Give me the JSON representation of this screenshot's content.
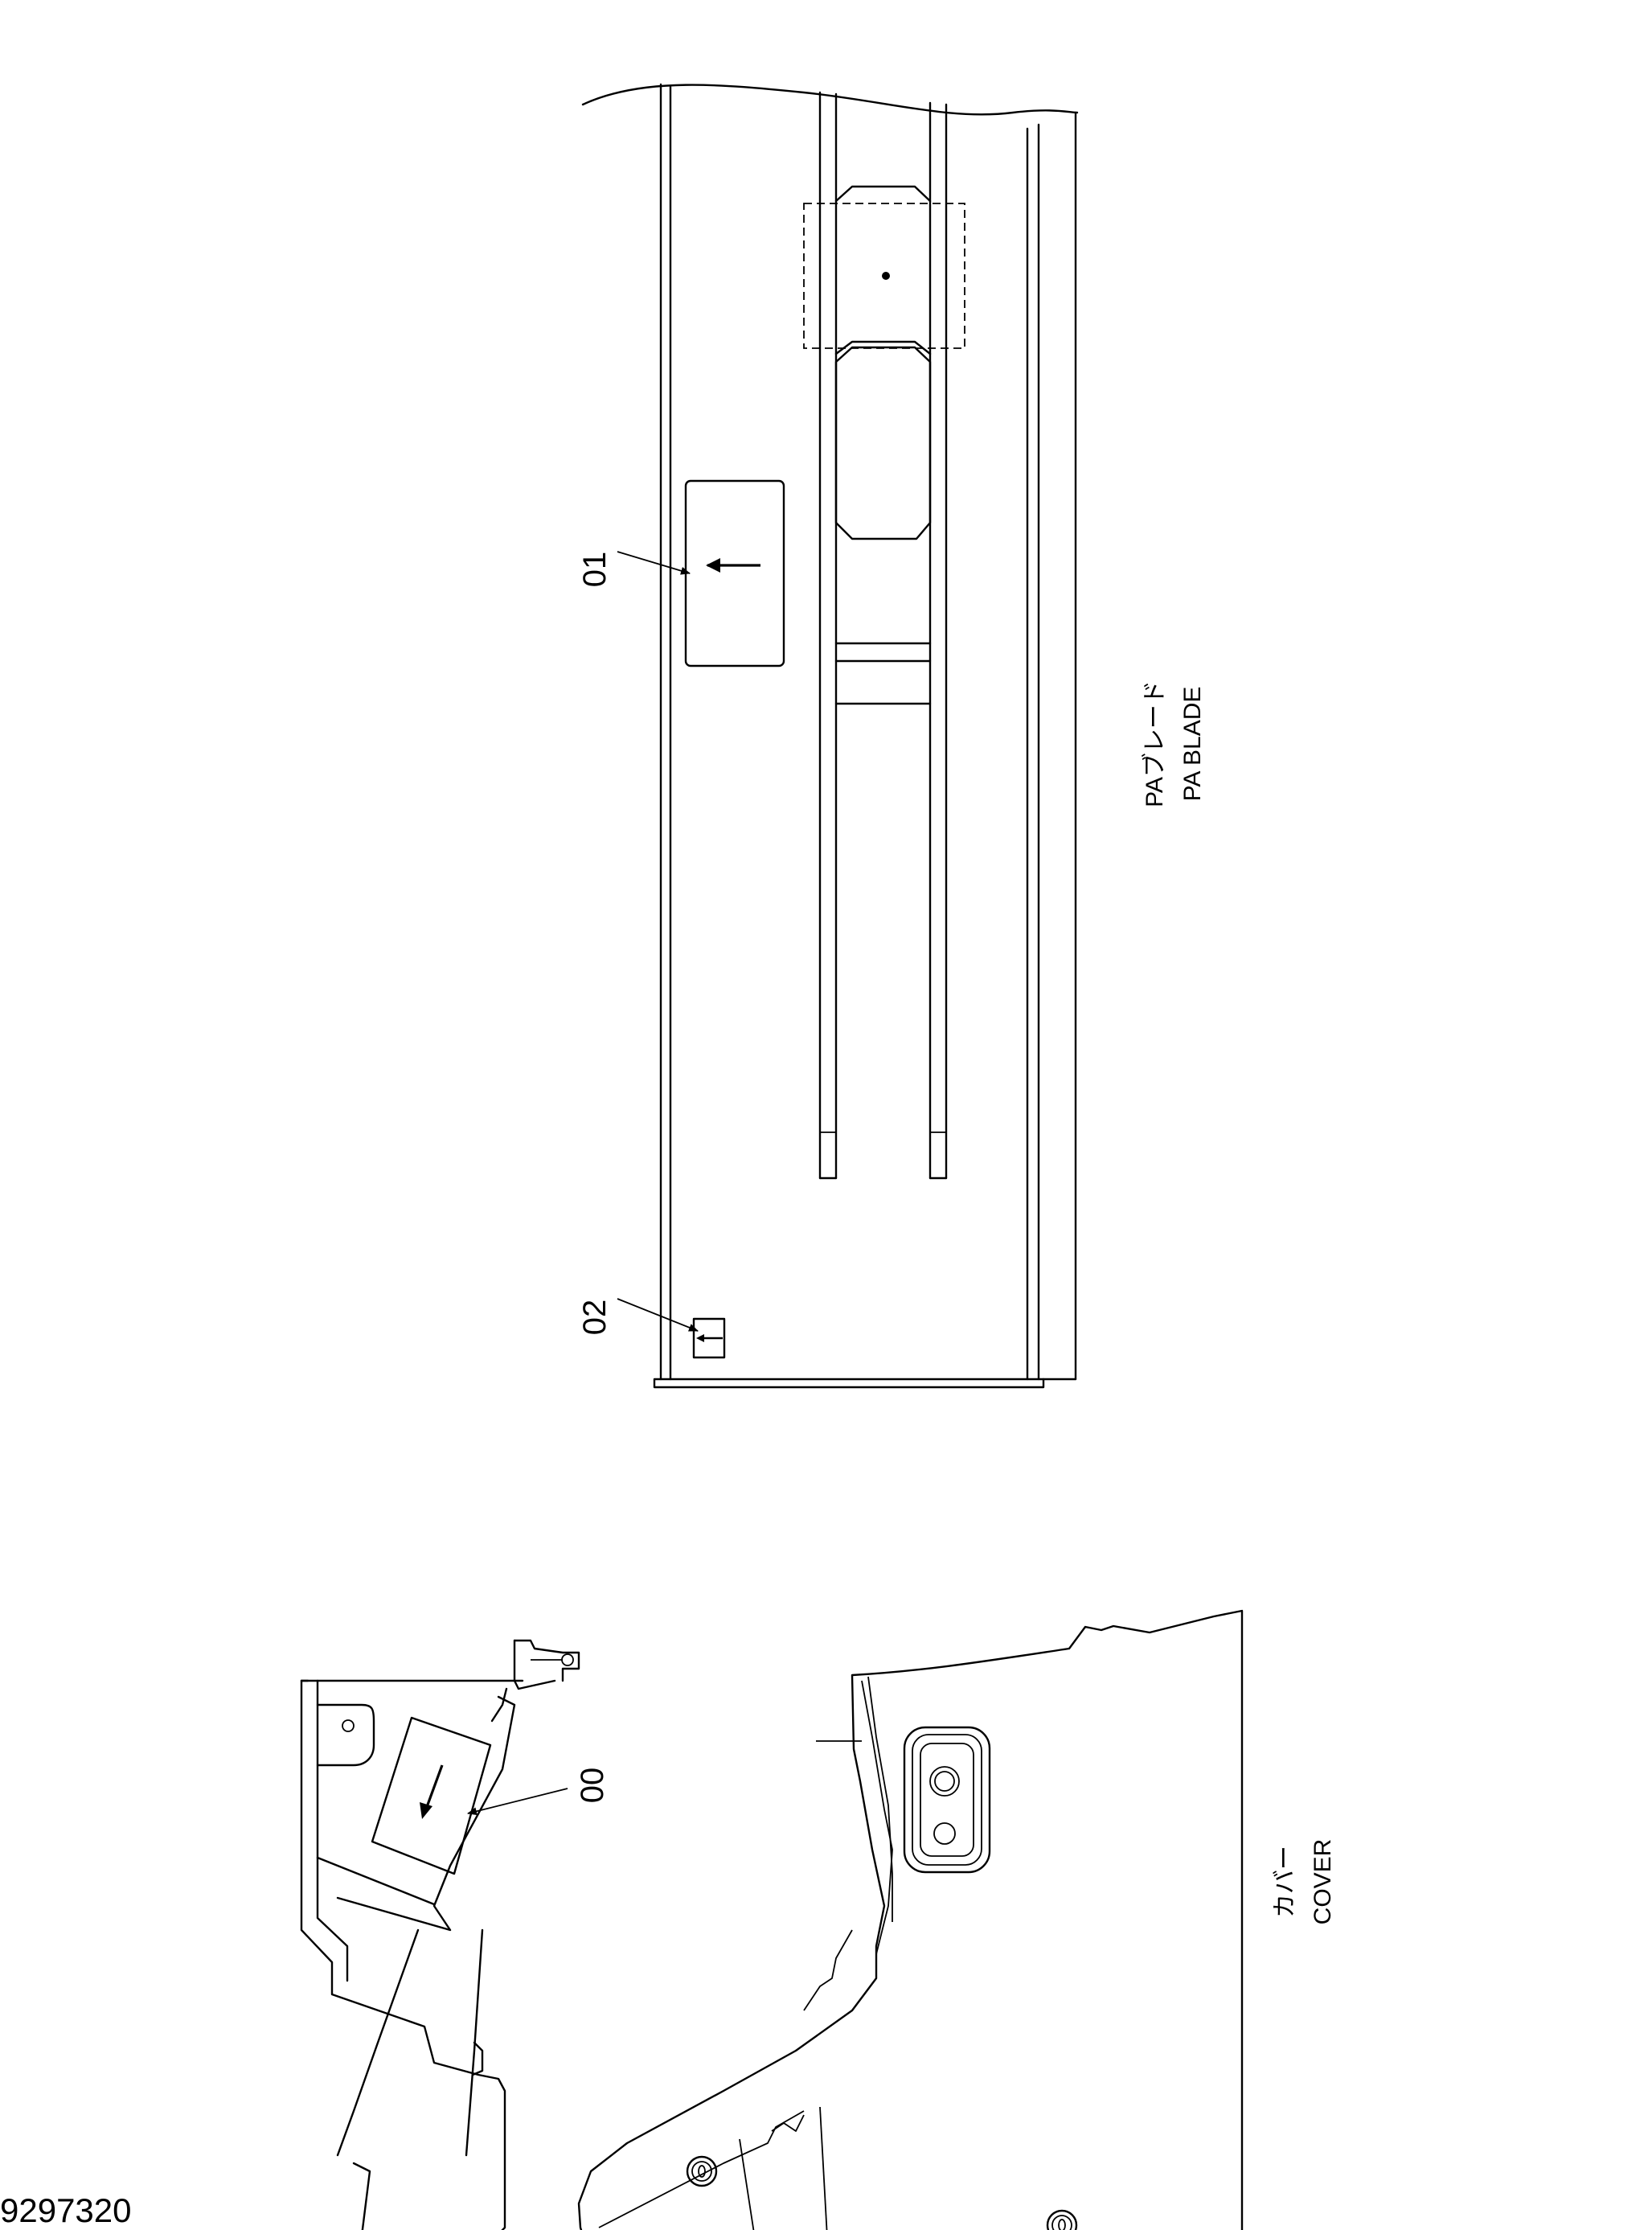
{
  "document_number": "9297320",
  "blade_view": {
    "name_jp": "PAブレード",
    "name_en": "PA BLADE",
    "callouts": [
      {
        "id": "01"
      },
      {
        "id": "02"
      }
    ]
  },
  "cover_view": {
    "name_jp": "カバー",
    "name_en": "COVER",
    "callouts": [
      {
        "id": "00"
      }
    ]
  },
  "icons": [
    "arrow-decal-icon",
    "leader-arrow-icon"
  ]
}
